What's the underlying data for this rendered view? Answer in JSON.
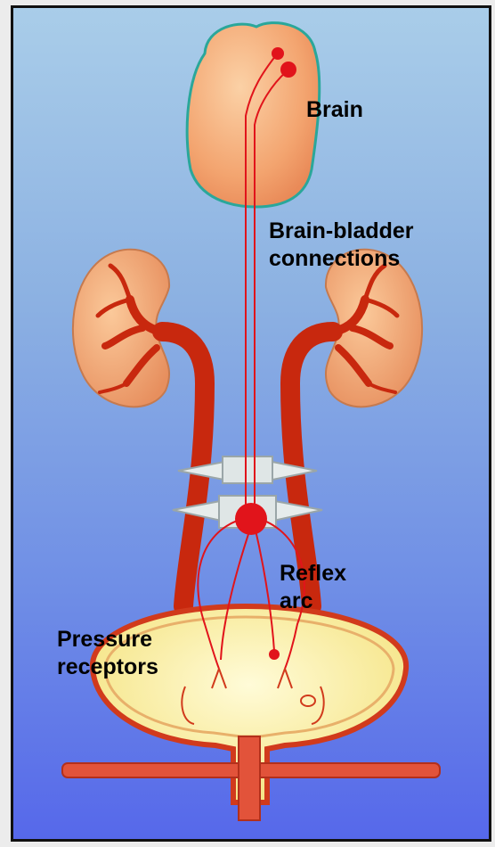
{
  "labels": {
    "brain": "Brain",
    "brain_bladder_line1": "Brain-bladder",
    "brain_bladder_line2": "connections",
    "reflex_line1": "Reflex",
    "reflex_line2": "arc",
    "pressure_line1": "Pressure",
    "pressure_line2": "receptors"
  },
  "colors": {
    "background_top": "#a9cde9",
    "background_bottom": "#5668ea",
    "organ": "#f2a36e",
    "vessel": "#c8280e",
    "nerve": "#e1141b",
    "bladder_fill": "#fbf0a8"
  }
}
